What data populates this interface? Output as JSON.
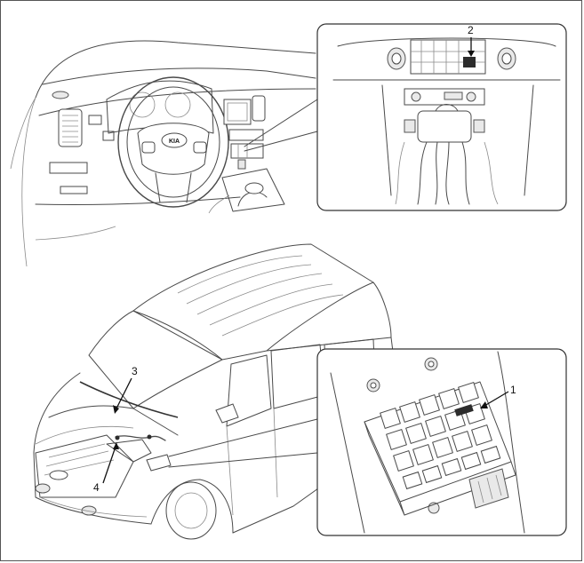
{
  "diagram": {
    "callouts": [
      {
        "id": "callout-1",
        "label": "1"
      },
      {
        "id": "callout-2",
        "label": "2"
      },
      {
        "id": "callout-3",
        "label": "3"
      },
      {
        "id": "callout-4",
        "label": "4"
      }
    ],
    "emblem_text": "KIA"
  }
}
